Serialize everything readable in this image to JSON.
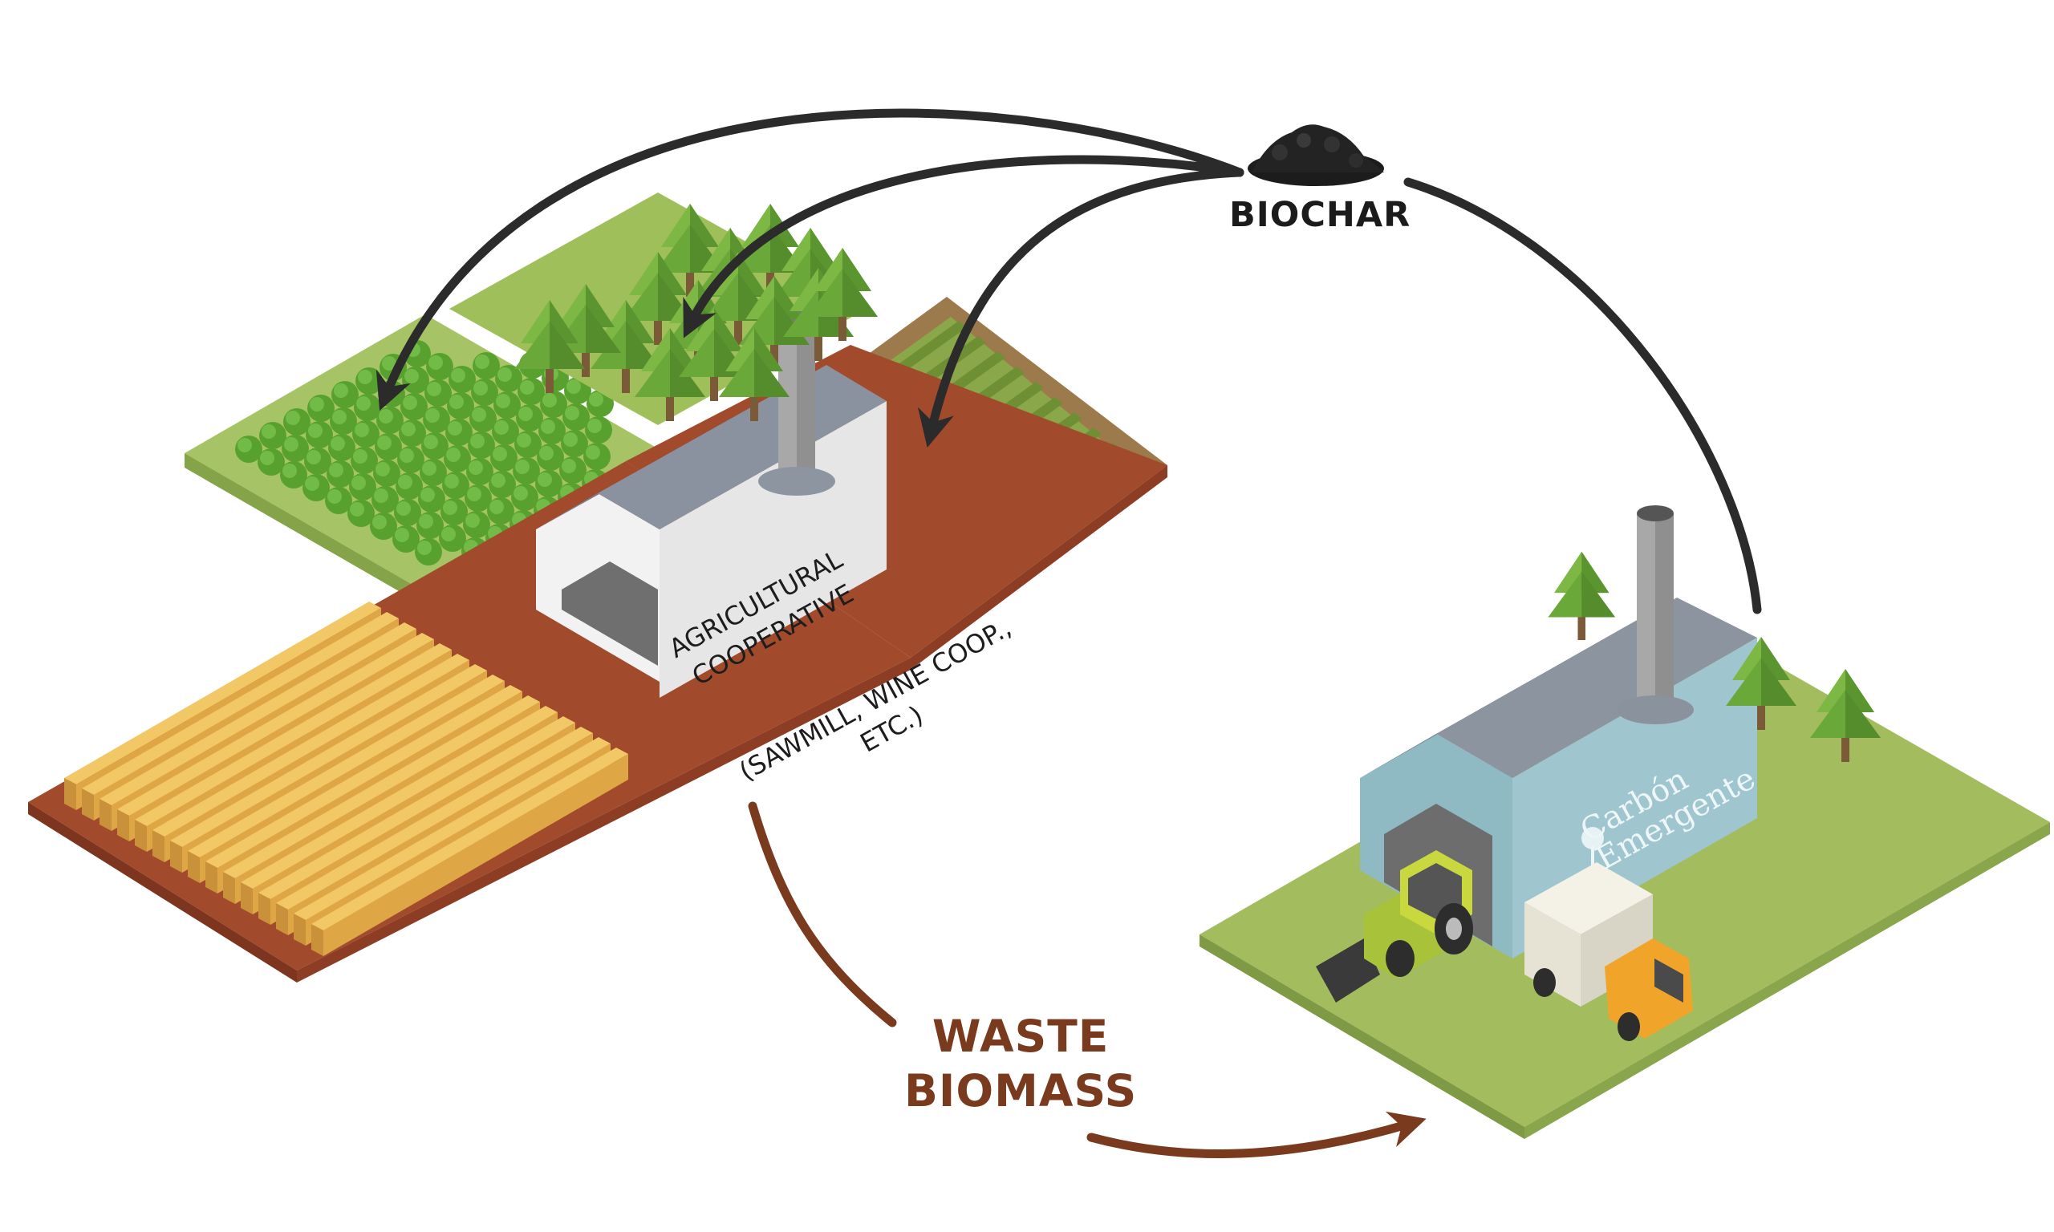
{
  "labels": {
    "biochar": "BIOCHAR",
    "waste_line1": "WASTE",
    "waste_line2": "BIOMASS",
    "coop_line1": "AGRICULTURAL",
    "coop_line2": "COOPERATIVE",
    "coop_sub_line1": "(SAWMILL, WINE COOP.,",
    "coop_sub_line2": "ETC.)",
    "brand_line1": "Carbón",
    "brand_line2": "Emergente"
  },
  "colors": {
    "biochar_arrow": "#2b2b2b",
    "biomass_arrow": "#7a3a1e",
    "ground_green": "#9cbb56",
    "dirt_red": "#a24a2c",
    "tree_green": "#6aa83a",
    "lumber_yellow": "#e9b54a",
    "roof_gray": "#808896",
    "plant_wall": "#8fbac4"
  }
}
